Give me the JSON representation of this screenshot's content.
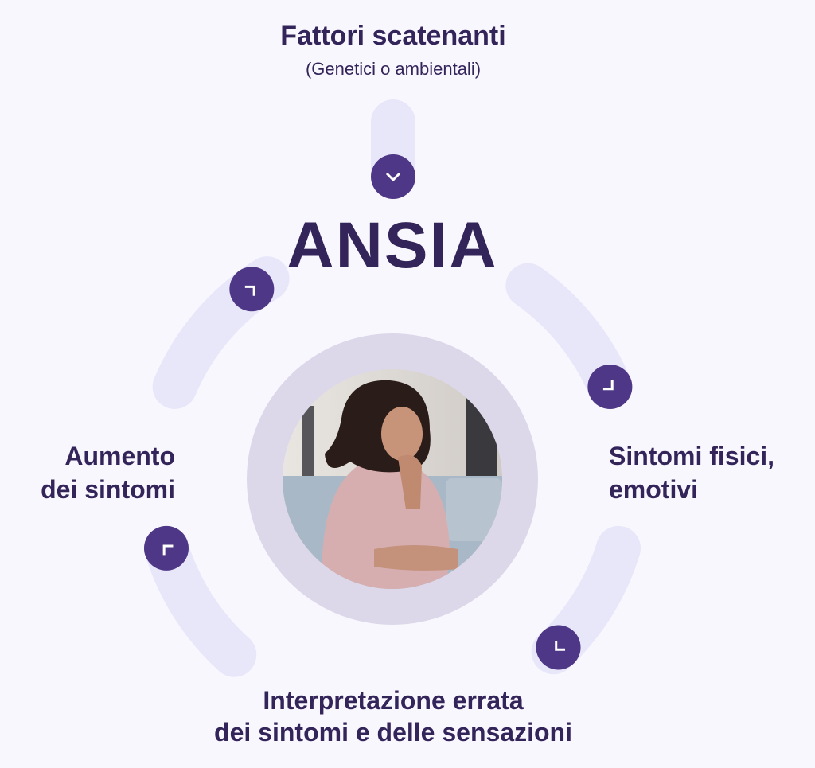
{
  "top": {
    "title": "Fattori scatenanti",
    "subtitle": "(Genetici o ambientali)"
  },
  "center": {
    "title": "ANSIA"
  },
  "left": {
    "line1": "Aumento",
    "line2": "dei sintomi"
  },
  "right": {
    "line1": "Sintomi fisici,",
    "line2": "emotivi"
  },
  "bottom": {
    "line1": "Interpretazione errata",
    "line2": "dei sintomi e delle sensazioni"
  },
  "colors": {
    "background": "#f9f7fe",
    "track": "#e8e7fa",
    "accent": "#4e3786",
    "text": "#33245a",
    "ring": "#dcd8ea"
  }
}
